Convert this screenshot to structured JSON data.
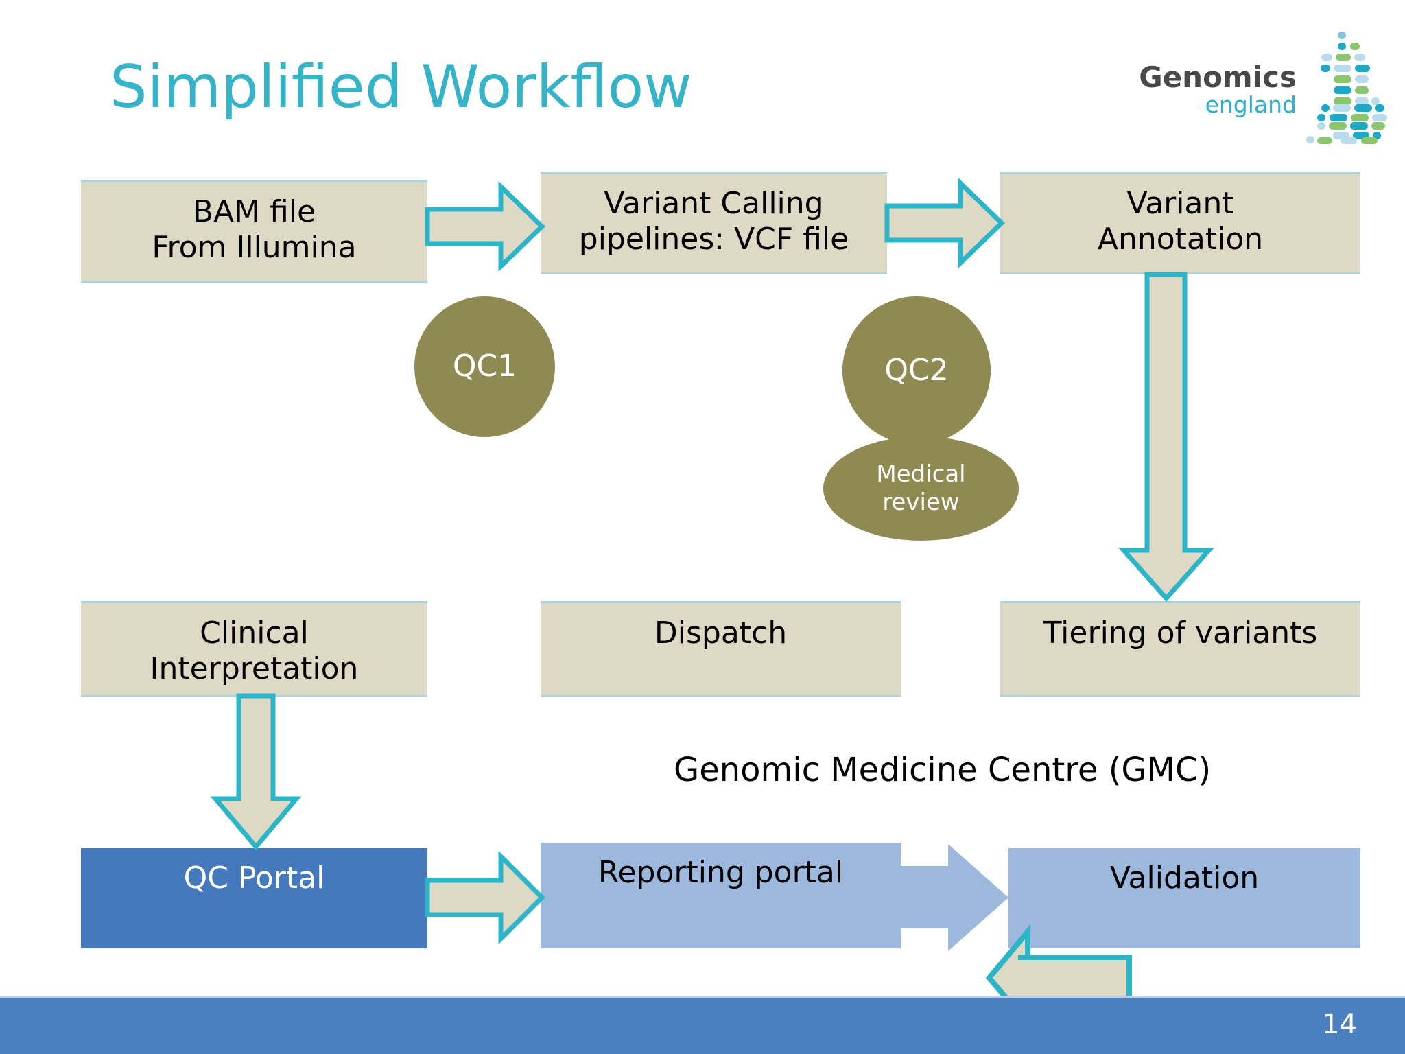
{
  "slide": {
    "title": "Simplified Workflow",
    "page_number": "14",
    "accent_color": "#35b3c8",
    "box_fill": "#ddd9c4",
    "box_border": "#a9d4dc",
    "olive_fill": "#8f8a52",
    "blue_dark": "#4479bd",
    "blue_light": "#9cb8dd",
    "bottom_bar_color": "#4a80bf"
  },
  "logo": {
    "line1": "Genomics",
    "line2": "england",
    "line1_color": "#46484a",
    "line2_color": "#2fafcd"
  },
  "flow": {
    "row1": [
      {
        "label_line1": "BAM file",
        "label_line2": "From Illumina"
      },
      {
        "label_line1": "Variant Calling",
        "label_line2": "pipelines: VCF file"
      },
      {
        "label_line1": "Variant",
        "label_line2": "Annotation"
      }
    ],
    "row2": [
      {
        "label_line1": "Clinical",
        "label_line2": "Interpretation"
      },
      {
        "label_line1": "Dispatch",
        "label_line2": ""
      },
      {
        "label_line1": "Tiering of variants",
        "label_line2": ""
      }
    ],
    "row3": [
      {
        "label_line1": "QC Portal",
        "label_line2": ""
      },
      {
        "label_line1": "Reporting portal",
        "label_line2": ""
      },
      {
        "label_line1": "Validation",
        "label_line2": ""
      }
    ]
  },
  "qc_nodes": {
    "qc1": "QC1",
    "qc2": "QC2",
    "medical_review_line1": "Medical",
    "medical_review_line2": "review"
  },
  "labels": {
    "gmc": "Genomic Medicine Centre (GMC)"
  }
}
